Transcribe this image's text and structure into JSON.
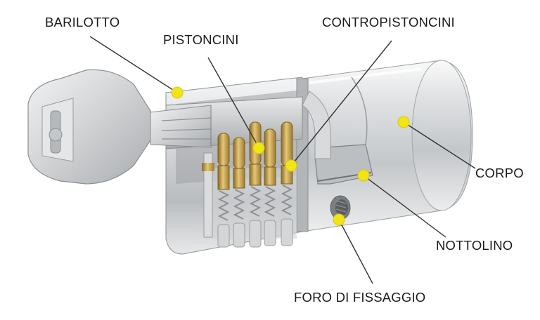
{
  "labels": {
    "barilotto": "BARILOTTO",
    "pistoncini": "PISTONCINI",
    "contropistoncini": "CONTROPISTONCINI",
    "corpo": "CORPO",
    "nottolino": "NOTTOLINO",
    "foro_di_fissaggio": "FORO DI FISSAGGIO"
  },
  "colors": {
    "marker": "#f2e415",
    "leader": "#333333",
    "brass": "#c9a24a",
    "steel": "#c8cacc"
  },
  "icons": {
    "key": "key-icon",
    "cylinder": "lock-cylinder-icon"
  }
}
